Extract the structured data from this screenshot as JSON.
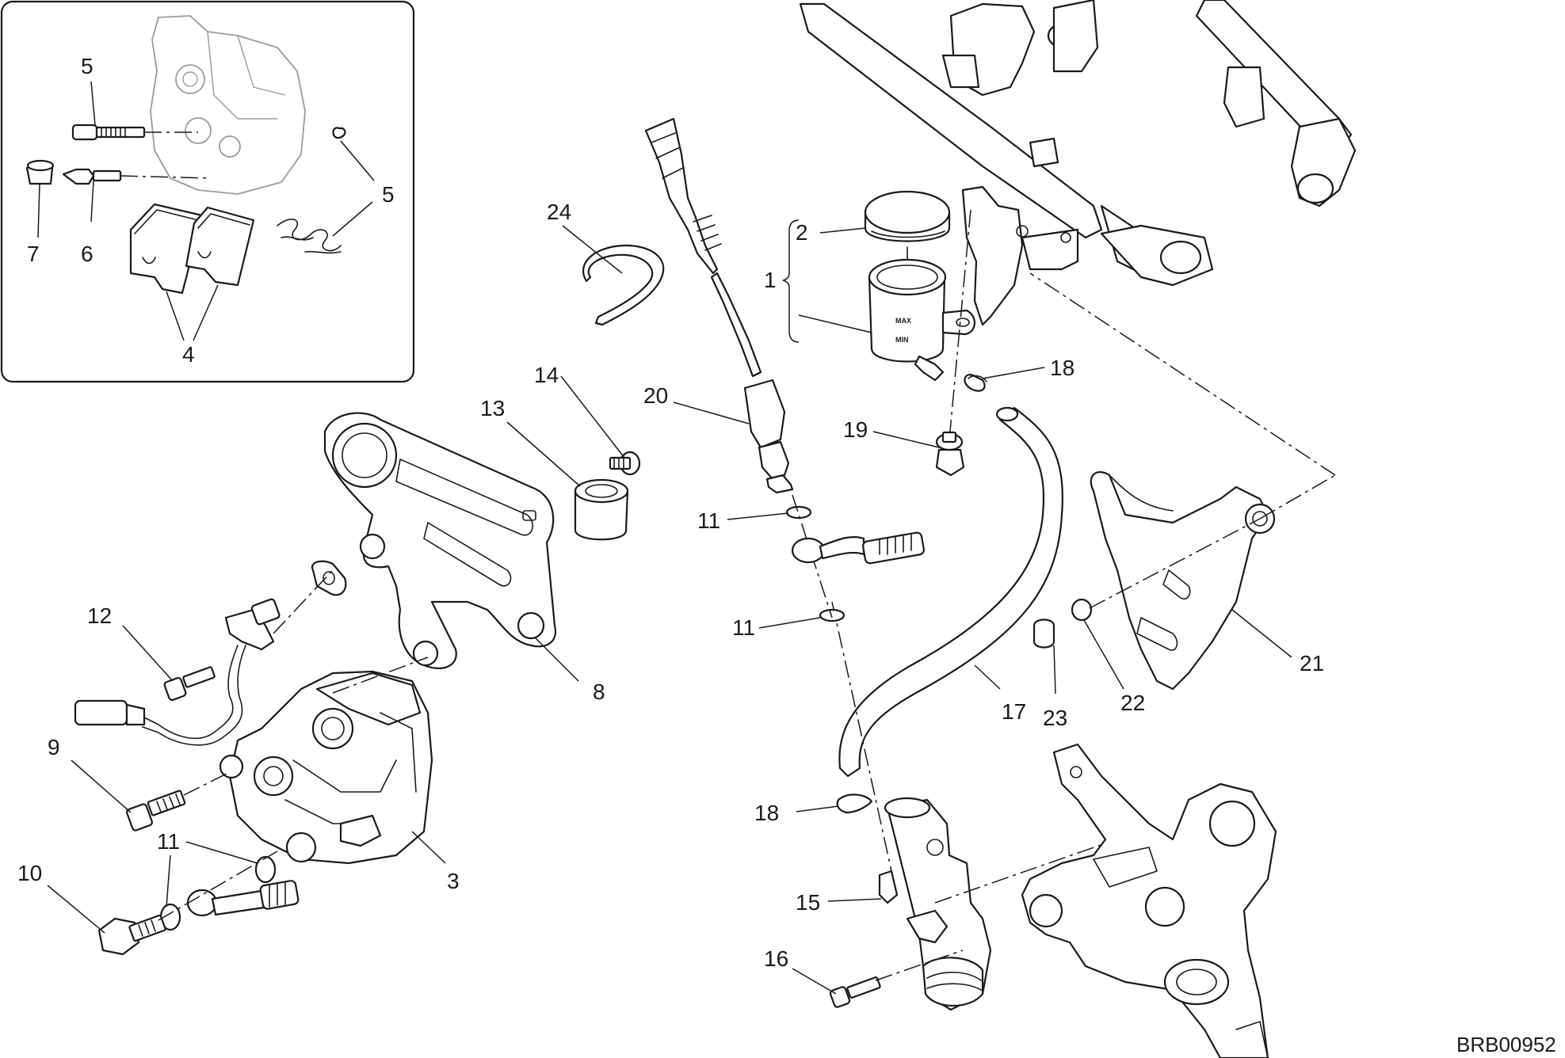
{
  "diagram": {
    "drawing_code": "BRB00952",
    "reservoir_marks": {
      "max": "MAX",
      "min": "MIN"
    },
    "callouts": {
      "c1": "1",
      "c2": "2",
      "c3": "3",
      "c4": "4",
      "c5a": "5",
      "c5b": "5",
      "c6": "6",
      "c7": "7",
      "c8": "8",
      "c9": "9",
      "c10": "10",
      "c11a": "11",
      "c11b": "11",
      "c11c": "11",
      "c12": "12",
      "c13": "13",
      "c14": "14",
      "c15": "15",
      "c16": "16",
      "c17": "17",
      "c18a": "18",
      "c18b": "18",
      "c19": "19",
      "c20": "20",
      "c21": "21",
      "c22": "22",
      "c23": "23",
      "c24": "24"
    }
  }
}
